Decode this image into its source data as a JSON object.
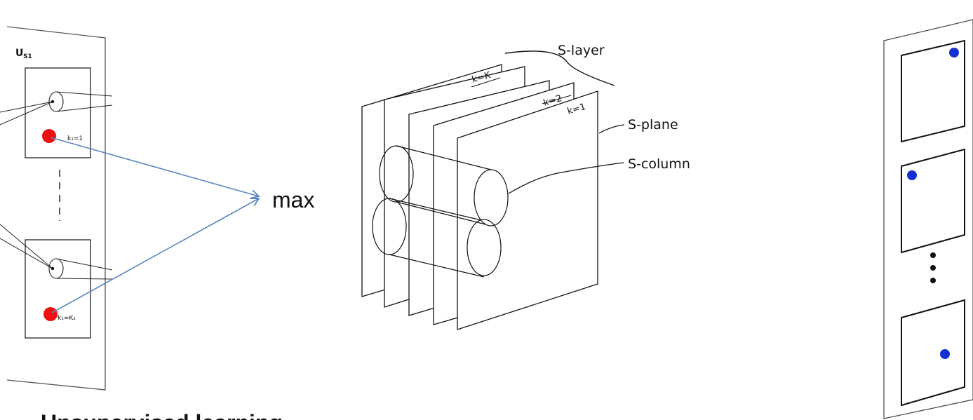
{
  "left_panel": {
    "title_main": "U",
    "title_sub": "S1",
    "top_label": "k₁=1",
    "bottom_label": "k₁=K₁",
    "marker_color": "#ee1111"
  },
  "max_label": "max",
  "arrow_color": "#5a86c0",
  "s_layer": {
    "bracket_label": "S-layer",
    "plane_labels": [
      "k=K",
      "k=2",
      "k=1"
    ],
    "plane_callout": "S-plane",
    "column_callout": "S-column"
  },
  "right_panel": {
    "dot_color": "#1530d0"
  },
  "caption": "Unsupervised learning"
}
